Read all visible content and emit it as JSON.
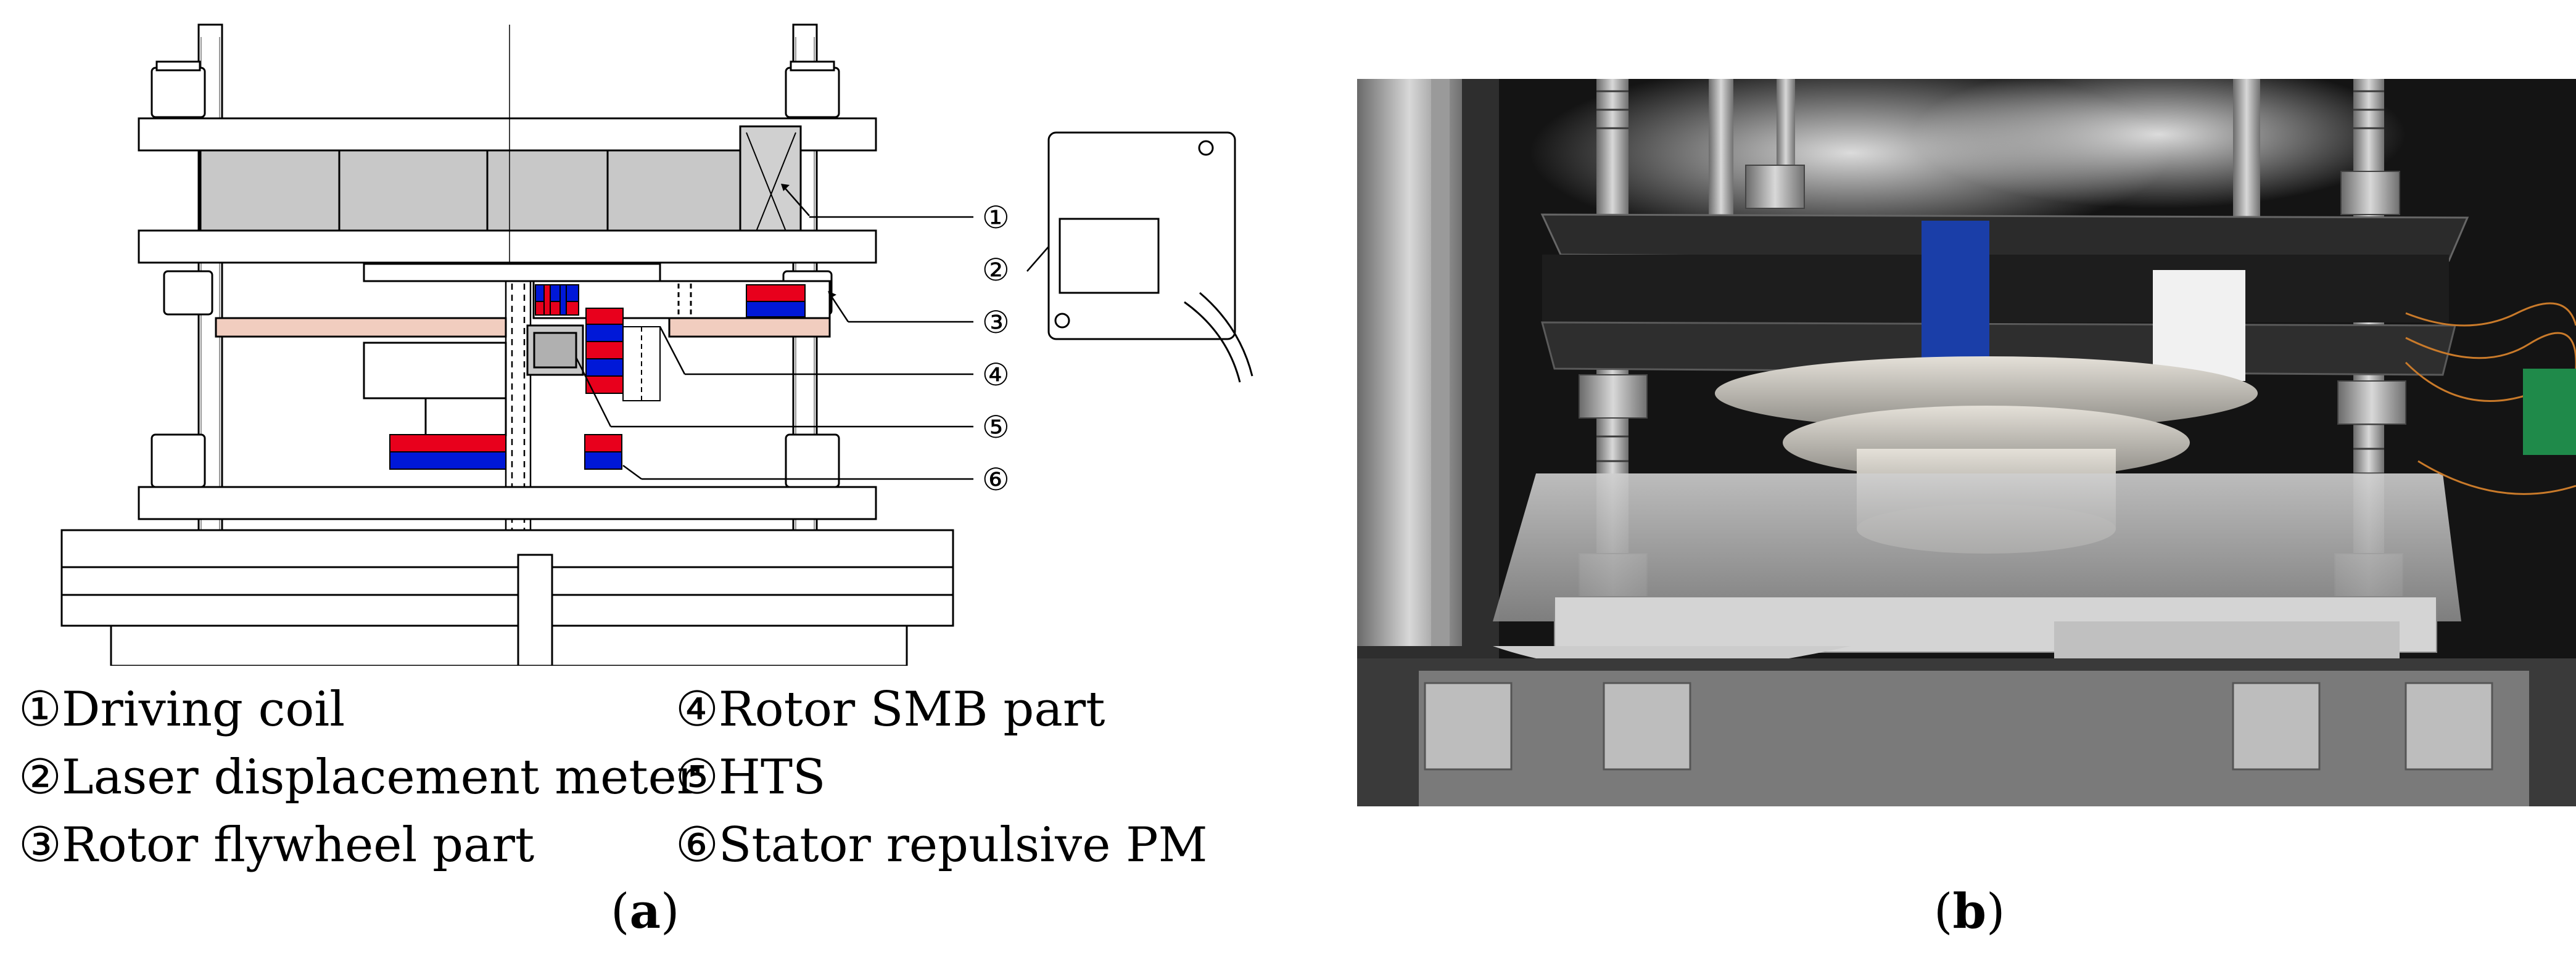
{
  "figure": {
    "panel_a": {
      "label_text": "a",
      "callout_numbers": [
        "①",
        "②",
        "③",
        "④",
        "⑤",
        "⑥"
      ],
      "legend": {
        "left_column": [
          "①Driving coil",
          "②Laser displacement meter",
          "③Rotor flywheel part"
        ],
        "right_column": [
          "④Rotor SMB part",
          "⑤HTS",
          "⑥Stator repulsive PM"
        ]
      }
    },
    "panel_b": {
      "label_text": "b"
    }
  },
  "colors": {
    "magnet_red": "#e8001c",
    "magnet_blue": "#0018d8",
    "flywheel_pink": "#f1cdbf",
    "drawing_gray": "#c8c8c8",
    "line": "#000000",
    "tape_blue": "#1a3ea8"
  },
  "icons": [
    "laser-meter-icon"
  ]
}
